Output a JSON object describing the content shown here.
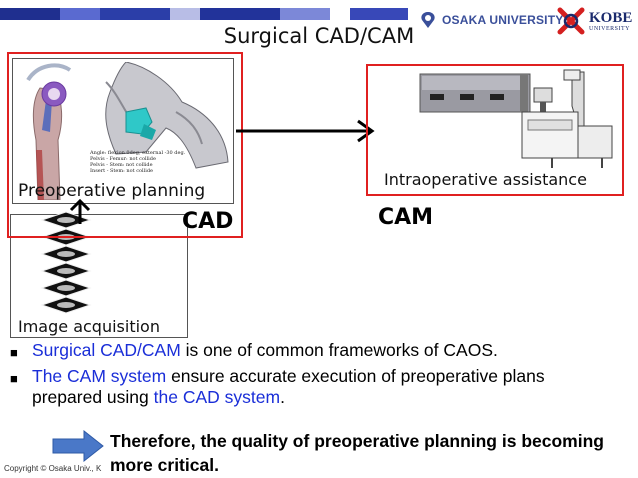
{
  "header": {
    "title": "Surgical CAD/CAM",
    "stripe_colors": [
      "#1f2f8f",
      "#5a6ad0",
      "#2b3ea8",
      "#b8bde6",
      "#22339a",
      "#7c88d8",
      "#ffffff",
      "#3848b8"
    ]
  },
  "logos": {
    "osaka": "OSAKA UNIVERSITY",
    "kobe_main": "KOBE",
    "kobe_sub": "UNIVERSITY"
  },
  "diagram": {
    "cad_panel_label": "Preoperative planning",
    "cad_label": "CAD",
    "cam_panel_label": "Intraoperative assistance",
    "cam_label": "CAM",
    "acquisition_label": "Image acquisition",
    "annotations": [
      "Angle: flexion 0deg, external -30 deg.",
      "Pelvis - Femur: not collide",
      "Pelvis - Stem: not collide",
      "Insert - Stem: not collide"
    ],
    "colors": {
      "box_border": "#e02020",
      "arrow": "#000000"
    }
  },
  "bullets": [
    {
      "blue": "Surgical CAD/CAM",
      "rest": " is one of common frameworks of CAOS."
    },
    {
      "blue": " The CAM system",
      "mid": " ensure accurate execution of preoperative plans prepared using ",
      "blue2": "the CAD system",
      "end": "."
    }
  ],
  "conclusion": "Therefore, the quality of preoperative planning is becoming more critical.",
  "copyright": "Copyright © Osaka Univ., K",
  "colors": {
    "accent_blue": "#1a2ed8",
    "arrow_fill": "#4a78c8"
  }
}
